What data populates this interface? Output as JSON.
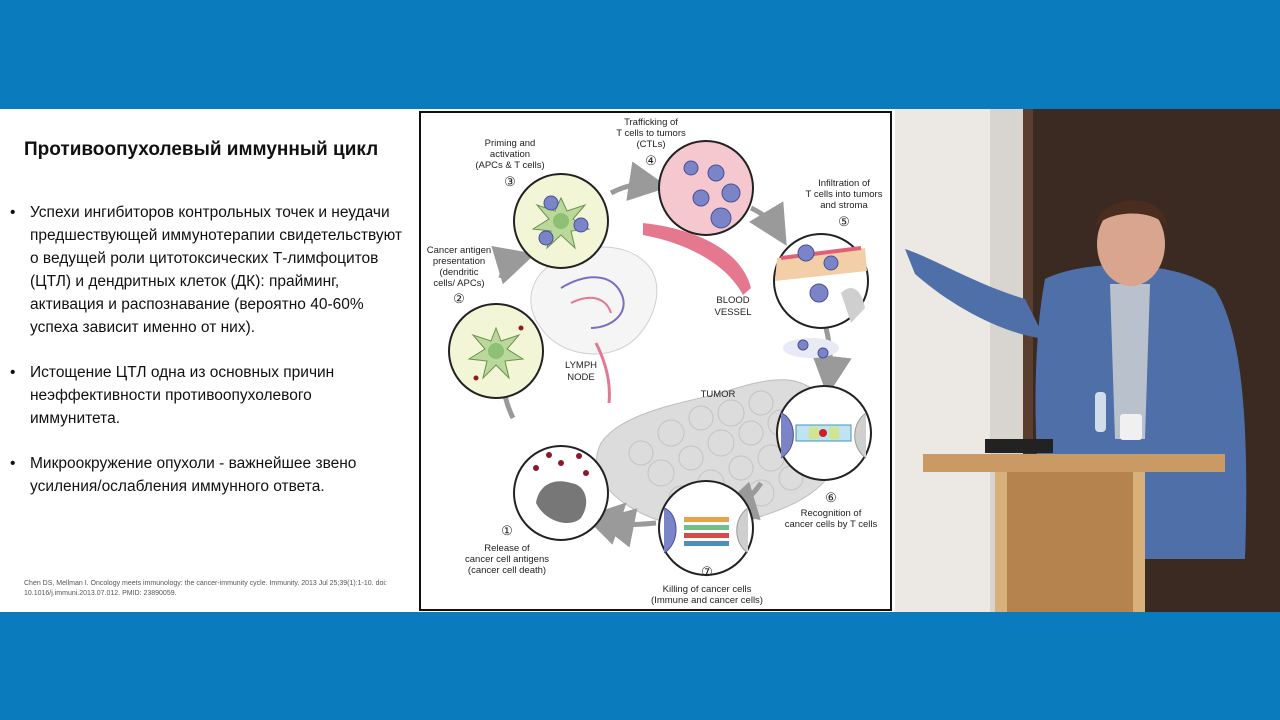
{
  "slide": {
    "title": "Противоопухолевый иммунный цикл",
    "bullets": [
      "Успехи ингибиторов контрольных точек и неудачи предшествующей иммунотерапии свидетельствуют о ведущей роли цитотоксических Т-лимфоцитов (ЦТЛ) и дендритных клеток (ДК): прайминг, активация и распознавание (вероятно 40-60% успеха зависит именно от них).",
      "Истощение ЦТЛ одна из основных причин неэффективности противоопухолевого иммунитета.",
      "Микроокружение опухоли - важнейшее звено усиления/ослабления иммунного ответа."
    ],
    "citation": "Chen DS, Mellman I. Oncology meets immunology: the cancer-immunity cycle. Immunity. 2013 Jul 25;39(1):1-10. doi: 10.1016/j.immuni.2013.07.012. PMID: 23890059."
  },
  "diagram": {
    "steps": [
      {
        "num": "①",
        "lines": [
          "Release of",
          "cancer cell antigens",
          "(cancer cell death)"
        ]
      },
      {
        "num": "②",
        "lines": [
          "Cancer antigen",
          "presentation",
          "(dendritic",
          "cells/ APCs)"
        ]
      },
      {
        "num": "③",
        "lines": [
          "Priming and",
          "activation",
          "(APCs & T cells)"
        ]
      },
      {
        "num": "④",
        "lines": [
          "Trafficking of",
          "T cells to tumors",
          "(CTLs)"
        ]
      },
      {
        "num": "⑤",
        "lines": [
          "Infiltration of",
          "T cells into tumors",
          "and stroma"
        ]
      },
      {
        "num": "⑥",
        "lines": [
          "Recognition of",
          "cancer cells by T cells"
        ]
      },
      {
        "num": "⑦",
        "lines": [
          "Killing of cancer cells",
          "(Immune and cancer cells)"
        ]
      }
    ],
    "labels": {
      "lymph_node": [
        "LYMPH",
        "NODE"
      ],
      "blood_vessel": [
        "BLOOD",
        "VESSEL"
      ],
      "tumor": "TUMOR"
    }
  },
  "colors": {
    "frame_blue": "#0a7bbd",
    "slide_bg": "#ffffff",
    "tcell": "#7c84c8",
    "dendritic": "#b9d99a",
    "vessel": "#e0607a"
  }
}
